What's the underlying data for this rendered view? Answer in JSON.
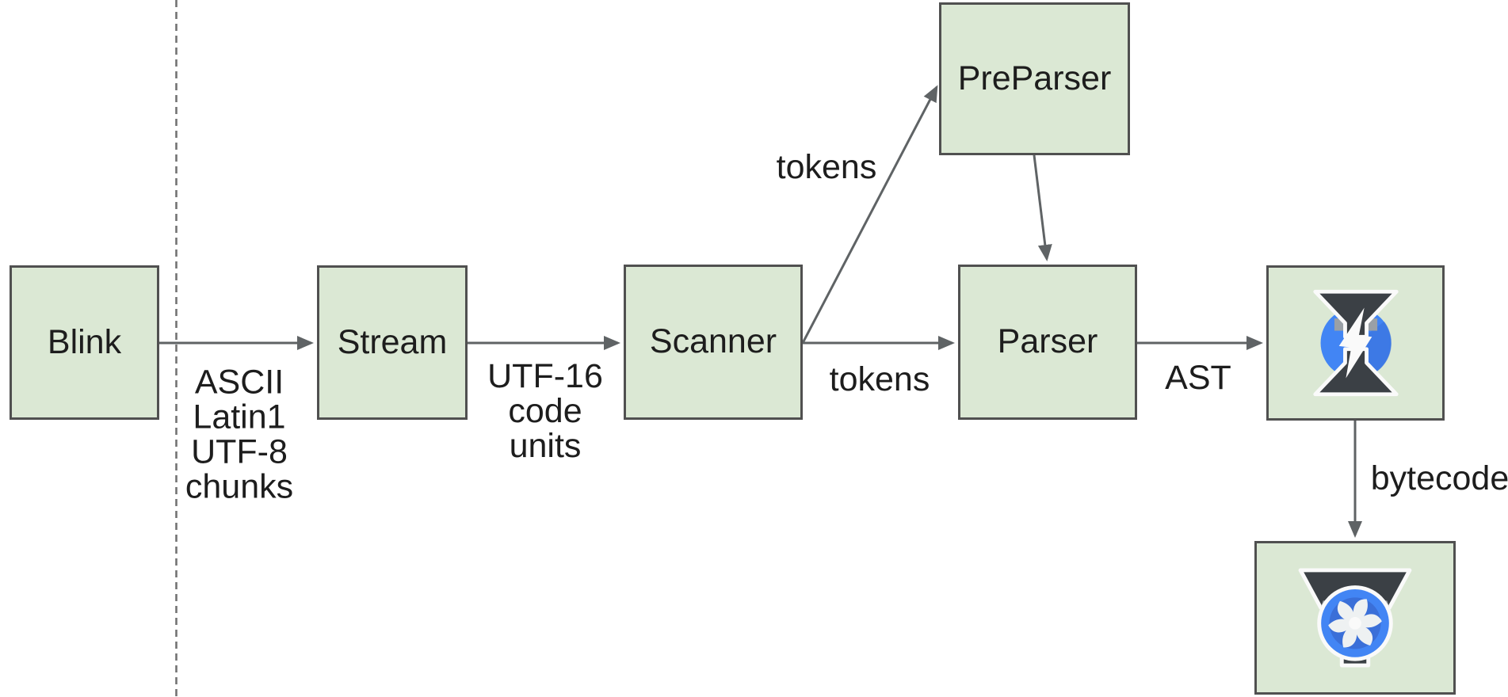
{
  "colors": {
    "background": "#ffffff",
    "text": "#1d1d1d",
    "node_fill": "#dbe8d4",
    "node_border": "#505050",
    "connector": "#5f6365",
    "divider": "#737373",
    "logo_blue": "#4285f4",
    "logo_blue_dark": "#3a6fd8",
    "logo_dark": "#3b4045",
    "logo_gray": "#9aa0a6",
    "logo_white": "#fafafa"
  },
  "nodes": {
    "blink": {
      "label": "Blink"
    },
    "stream": {
      "label": "Stream"
    },
    "scanner": {
      "label": "Scanner"
    },
    "preparser": {
      "label": "PreParser"
    },
    "parser": {
      "label": "Parser"
    },
    "ignition": {
      "icon": "ignition-lightning-hourglass-logo"
    },
    "turbofan": {
      "icon": "turbofan-propeller-funnel-logo"
    }
  },
  "edge_labels": {
    "blink_to_stream": "ASCII\nLatin1\nUTF-8\nchunks",
    "stream_to_scanner": "UTF-16\ncode\nunits",
    "scanner_to_preparser": "tokens",
    "scanner_to_parser": "tokens",
    "parser_to_ignition": "AST",
    "ignition_to_turbofan": "bytecode"
  }
}
